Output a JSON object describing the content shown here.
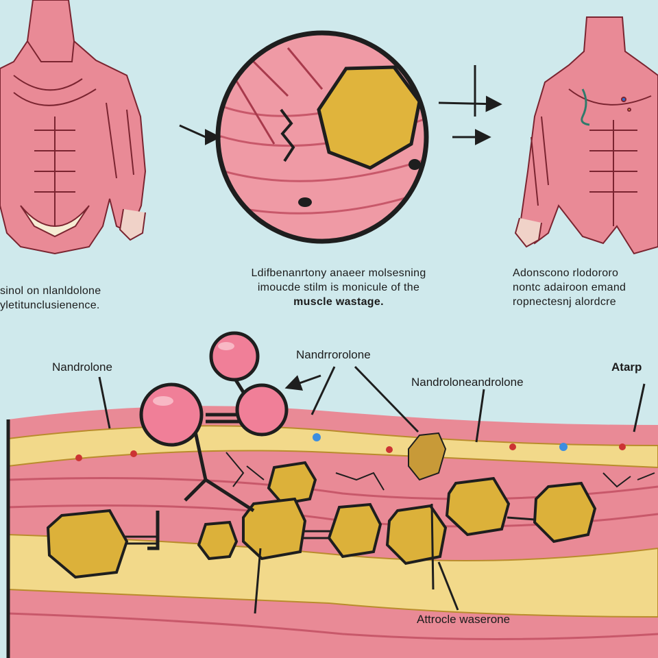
{
  "captions": {
    "left": [
      "sinol on nlanldolone",
      "yletitunclusienence."
    ],
    "center": [
      "Ldifbenanrtony anaeer molsesning",
      "imoucde stilm is monicule of the",
      "muscle wastage."
    ],
    "right": [
      "Adonscono rlodororo",
      "nontc adairoon emand",
      "ropnectesnj alordcre"
    ]
  },
  "labels": {
    "nandrolone": "Nandrolone",
    "nandrrorolone": "Nandrrorolone",
    "nandrolone_androlone": "Nandroloneandrolone",
    "atarp": "Atarp",
    "attrocle": "Attrocle waserone"
  },
  "colors": {
    "background": "#cfe9ec",
    "muscle": "#e98a96",
    "muscle_dark": "#b94a5a",
    "fat": "#f2d98a",
    "molecule_pink": "#f07f98",
    "molecule_gold": "#dcb13a",
    "outline": "#1e1e1e"
  },
  "icons": [
    "muscular-torso-icon",
    "magnifier-circle-icon",
    "arrow-icon",
    "molecule-icon"
  ]
}
